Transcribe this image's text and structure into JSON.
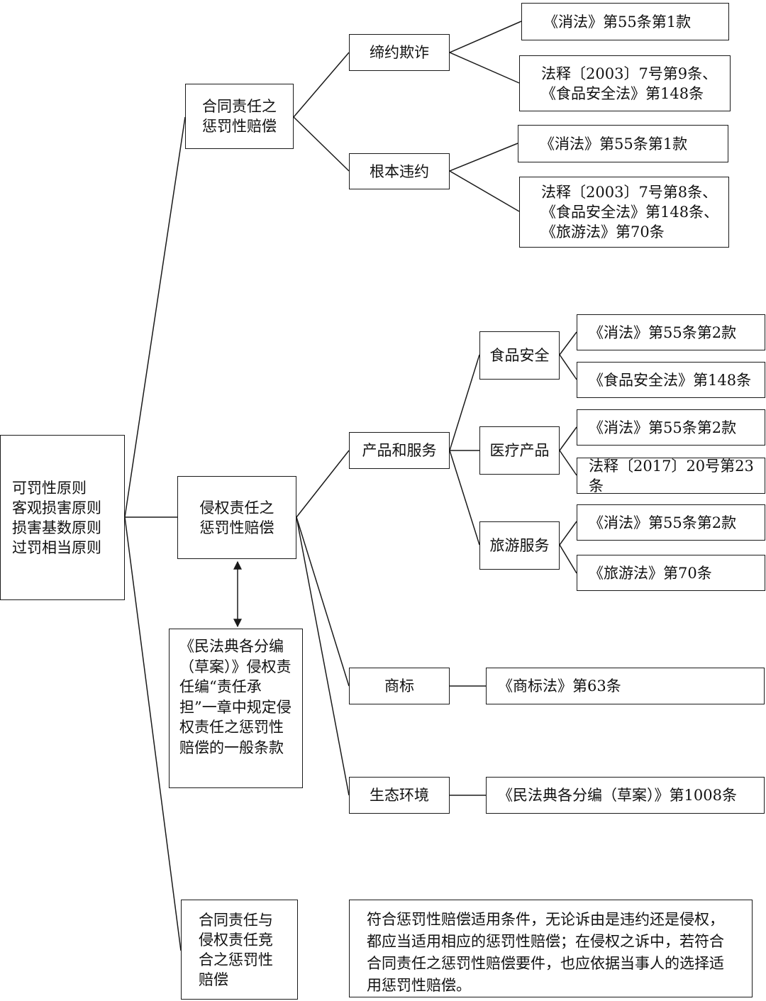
{
  "root": {
    "lines": [
      "可罚性原则",
      "客观损害原则",
      "损害基数原则",
      "过罚相当原则"
    ]
  },
  "contract": {
    "title_lines": [
      "合同责任之",
      "惩罚性赔偿"
    ],
    "fraud": {
      "label": "缔约欺诈",
      "refs": [
        {
          "lines": [
            "《消法》第55条第1款"
          ]
        },
        {
          "lines": [
            "法释〔2003〕7号第9条、",
            "《食品安全法》第148条"
          ]
        }
      ]
    },
    "breach": {
      "label": "根本违约",
      "refs": [
        {
          "lines": [
            "《消法》第55条第1款"
          ]
        },
        {
          "lines": [
            "法释〔2003〕7号第8条、",
            "《食品安全法》第148条、",
            "《旅游法》第70条"
          ]
        }
      ]
    }
  },
  "tort": {
    "title_lines": [
      "侵权责任之",
      "惩罚性赔偿"
    ],
    "general_clause": "《民法典各分编（草案）》侵权责任编“责任承担”一章中规定侵权责任之惩罚性赔偿的一般条款",
    "products": {
      "label": "产品和服务",
      "food": {
        "label": "食品安全",
        "refs": [
          "《消法》第55条第2款",
          "《食品安全法》第148条"
        ]
      },
      "medical": {
        "label": "医疗产品",
        "refs": [
          "《消法》第55条第2款",
          "法释〔2017〕20号第23条"
        ]
      },
      "travel": {
        "label": "旅游服务",
        "refs": [
          "《消法》第55条第2款",
          "《旅游法》第70条"
        ]
      }
    },
    "trademark": {
      "label": "商标",
      "ref": "《商标法》第63条"
    },
    "ecology": {
      "label": "生态环境",
      "ref": "《民法典各分编（草案）》第1008条"
    }
  },
  "concurrence": {
    "title_lines": [
      "合同责任与",
      "侵权责任竞",
      "合之惩罚性",
      "赔偿"
    ],
    "note": "符合惩罚性赔偿适用条件，无论诉由是违约还是侵权，都应当适用相应的惩罚性赔偿；在侵权之诉中，若符合合同责任之惩罚性赔偿要件，也应依据当事人的选择适用惩罚性赔偿。"
  }
}
